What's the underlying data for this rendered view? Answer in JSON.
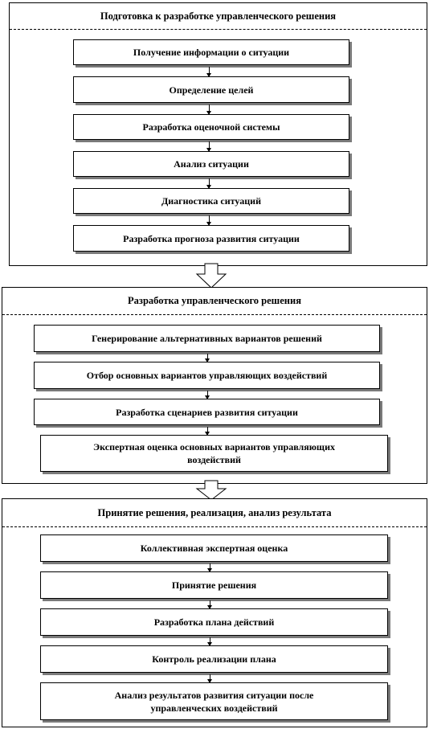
{
  "sections": [
    {
      "title": "Подготовка к разработке  управленческого решения",
      "steps": [
        "Получение информации о ситуации",
        "Определение целей",
        "Разработка оценочной системы",
        "Анализ ситуации",
        "Диагностика ситуаций",
        "Разработка прогноза развития ситуации"
      ]
    },
    {
      "title": "Разработка  управленческого решения",
      "steps": [
        "Генерирование альтернативных вариантов решений",
        "Отбор основных вариантов управляющих воздействий",
        "Разработка сценариев развития ситуации",
        "Экспертная оценка основных вариантов управляющих воздействий"
      ]
    },
    {
      "title": "Принятие решения, реализация, анализ результата",
      "steps": [
        "Коллективная экспертная оценка",
        "Принятие решения",
        "Разработка плана действий",
        "Контроль реализации плана",
        "Анализ результатов развития ситуации после управленческих воздействий"
      ]
    }
  ]
}
